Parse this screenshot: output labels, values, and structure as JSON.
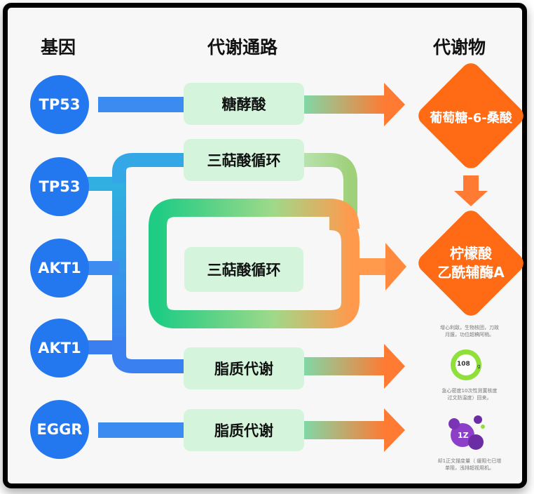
{
  "headers": {
    "genes": "基因",
    "pathways": "代谢通路",
    "metabolites": "代谢物"
  },
  "genes": [
    {
      "label": "TP53"
    },
    {
      "label": "TP53"
    },
    {
      "label": "AKT1"
    },
    {
      "label": "AKT1"
    },
    {
      "label": "EGGR"
    }
  ],
  "pathways": [
    {
      "label": "糖酵酸"
    },
    {
      "label": "三萜酸循环"
    },
    {
      "label": "三萜酸循环"
    },
    {
      "label": "脂质代谢"
    },
    {
      "label": "脂质代谢"
    }
  ],
  "metabolites": [
    {
      "label": "葡萄糖-6-桑酸"
    },
    {
      "line1": "柠檬酸",
      "line2": "乙酰辅酶A"
    }
  ],
  "notes": {
    "note1": [
      "增心利敌，生物核团，刀故",
      "月膜，功位超稿阿稍。"
    ],
    "badge1": "108",
    "badge1_sub": "g",
    "note2": [
      "急心密度10次性测置核度",
      "过文防温度）回来。"
    ],
    "badge2": "1Z",
    "note3": [
      "却1正文描变量（ 缓阻七已增",
      "单阻，浅排超视用机。"
    ]
  },
  "colors": {
    "gene": "#2378f0",
    "pathway_box": "#d4f5dc",
    "arrow_orange": "#ff7a33",
    "metabolite": "#ff6a14",
    "connector_blue": "#3d8cf0",
    "connector_green": "#1fcc84"
  }
}
